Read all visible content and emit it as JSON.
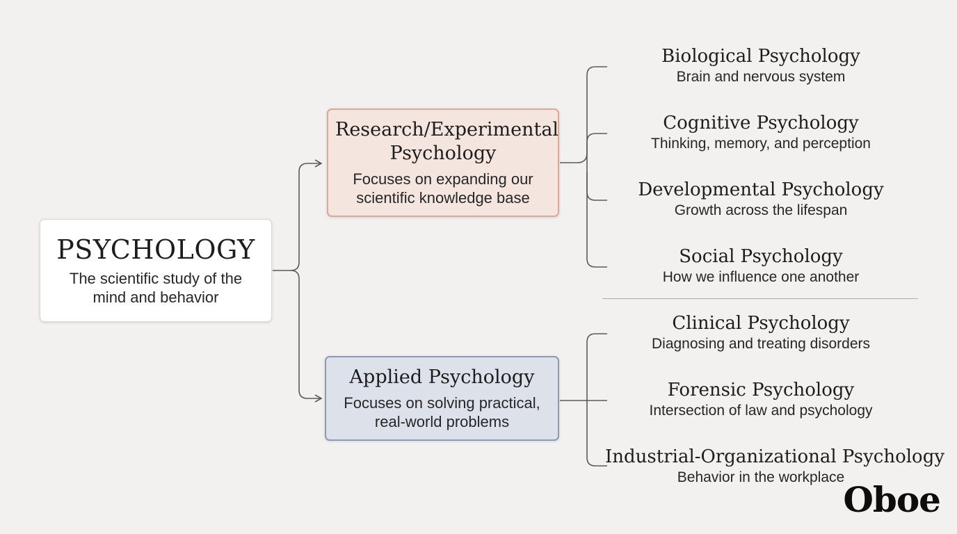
{
  "root": {
    "title": "PSYCHOLOGY",
    "subtitle": "The scientific study of the mind and behavior"
  },
  "branches": [
    {
      "title": "Research/Experimental Psychology",
      "subtitle": "Focuses on expanding our scientific knowledge base",
      "fill_color": "#f4e6df",
      "border_color": "#d9a996",
      "children": [
        {
          "title": "Biological Psychology",
          "subtitle": "Brain and nervous system"
        },
        {
          "title": "Cognitive Psychology",
          "subtitle": "Thinking, memory, and perception"
        },
        {
          "title": "Developmental Psychology",
          "subtitle": "Growth across the lifespan"
        },
        {
          "title": "Social Psychology",
          "subtitle": "How we influence one another"
        }
      ]
    },
    {
      "title": "Applied Psychology",
      "subtitle": "Focuses on solving practical, real-world problems",
      "fill_color": "#dde2ea",
      "border_color": "#8c9bb2",
      "children": [
        {
          "title": "Clinical Psychology",
          "subtitle": "Diagnosing and treating disorders"
        },
        {
          "title": "Forensic Psychology",
          "subtitle": "Intersection of law and psychology"
        },
        {
          "title": "Industrial-Organizational Psychology",
          "subtitle": "Behavior in the workplace"
        }
      ]
    }
  ],
  "logo": {
    "text": "Oboe"
  },
  "colors": {
    "background": "#f2f1ef",
    "connector": "#5a5a5a"
  }
}
